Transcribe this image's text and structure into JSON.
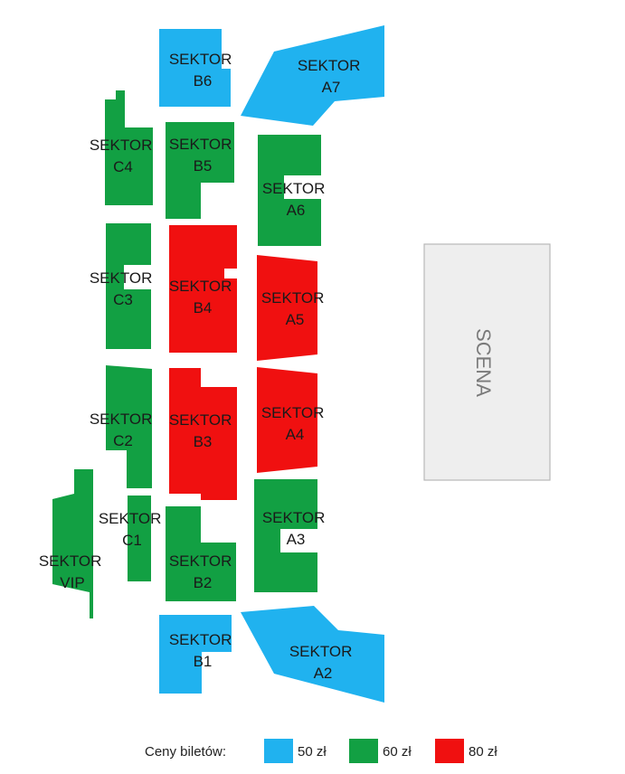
{
  "colors": {
    "blue": "#20b2ef",
    "green": "#12a043",
    "red": "#f01010",
    "stage_fill": "#eeeeee",
    "stage_stroke": "#b8b8b8"
  },
  "stage": {
    "label": "SCENA"
  },
  "sectors": [
    {
      "id": "b6",
      "line1": "SEKTOR",
      "line2": "B6",
      "price_tier": "blue"
    },
    {
      "id": "a7",
      "line1": "SEKTOR",
      "line2": "A7",
      "price_tier": "blue"
    },
    {
      "id": "c4",
      "line1": "SEKTOR",
      "line2": "C4",
      "price_tier": "green"
    },
    {
      "id": "b5",
      "line1": "SEKTOR",
      "line2": "B5",
      "price_tier": "green"
    },
    {
      "id": "a6",
      "line1": "SEKTOR",
      "line2": "A6",
      "price_tier": "green"
    },
    {
      "id": "c3",
      "line1": "SEKTOR",
      "line2": "C3",
      "price_tier": "green"
    },
    {
      "id": "b4",
      "line1": "SEKTOR",
      "line2": "B4",
      "price_tier": "red"
    },
    {
      "id": "a5",
      "line1": "SEKTOR",
      "line2": "A5",
      "price_tier": "red"
    },
    {
      "id": "c2",
      "line1": "SEKTOR",
      "line2": "C2",
      "price_tier": "green"
    },
    {
      "id": "b3",
      "line1": "SEKTOR",
      "line2": "B3",
      "price_tier": "red"
    },
    {
      "id": "a4",
      "line1": "SEKTOR",
      "line2": "A4",
      "price_tier": "red"
    },
    {
      "id": "c1",
      "line1": "SEKTOR",
      "line2": "C1",
      "price_tier": "green"
    },
    {
      "id": "vip",
      "line1": "SEKTOR",
      "line2": "VIP",
      "price_tier": "green"
    },
    {
      "id": "b2",
      "line1": "SEKTOR",
      "line2": "B2",
      "price_tier": "green"
    },
    {
      "id": "a3",
      "line1": "SEKTOR",
      "line2": "A3",
      "price_tier": "green"
    },
    {
      "id": "b1",
      "line1": "SEKTOR",
      "line2": "B1",
      "price_tier": "blue"
    },
    {
      "id": "a2",
      "line1": "SEKTOR",
      "line2": "A2",
      "price_tier": "blue"
    }
  ],
  "legend": {
    "title": "Ceny biletów:",
    "items": [
      {
        "tier": "blue",
        "label": "50 zł"
      },
      {
        "tier": "green",
        "label": "60 zł"
      },
      {
        "tier": "red",
        "label": "80 zł"
      }
    ]
  }
}
